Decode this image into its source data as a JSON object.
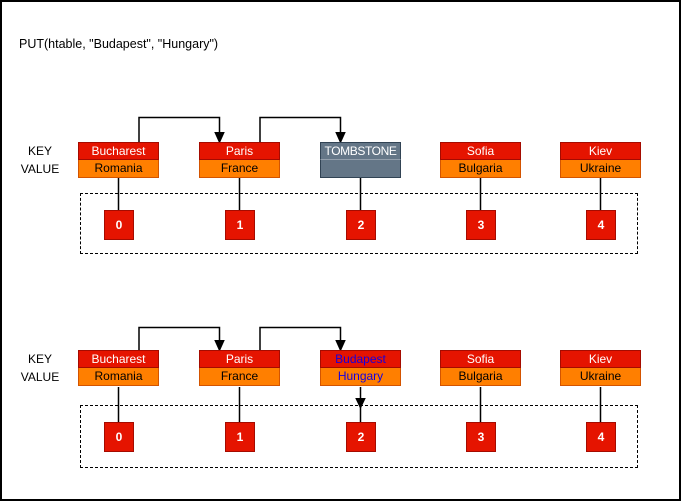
{
  "title": "PUT(htable, \"Budapest\", \"Hungary\")",
  "labels": {
    "key": "KEY",
    "value": "VALUE"
  },
  "colors": {
    "key_fill": "#E51400",
    "key_border": "#A50B00",
    "key_text": "#FFFFFF",
    "value_fill": "#FF7F00",
    "value_border": "#D35400",
    "value_text": "#000000",
    "tombstone_fill": "#647687",
    "tombstone_border": "#314354",
    "tombstone_text": "#FFFFFF",
    "inserted_text": "#1500E0",
    "index_fill": "#E51400",
    "index_text": "#FFFFFF"
  },
  "tables": [
    {
      "cells": [
        {
          "key": "Bucharest",
          "value": "Romania"
        },
        {
          "key": "Paris",
          "value": "France"
        },
        {
          "key": "TOMBSTONE",
          "value": ""
        },
        {
          "key": "Sofia",
          "value": "Bulgaria"
        },
        {
          "key": "Kiev",
          "value": "Ukraine"
        }
      ],
      "indexes": [
        "0",
        "1",
        "2",
        "3",
        "4"
      ]
    },
    {
      "cells": [
        {
          "key": "Bucharest",
          "value": "Romania"
        },
        {
          "key": "Paris",
          "value": "France"
        },
        {
          "key": "Budapest",
          "value": "Hungary"
        },
        {
          "key": "Sofia",
          "value": "Bulgaria"
        },
        {
          "key": "Kiev",
          "value": "Ukraine"
        }
      ],
      "indexes": [
        "0",
        "1",
        "2",
        "3",
        "4"
      ]
    }
  ]
}
